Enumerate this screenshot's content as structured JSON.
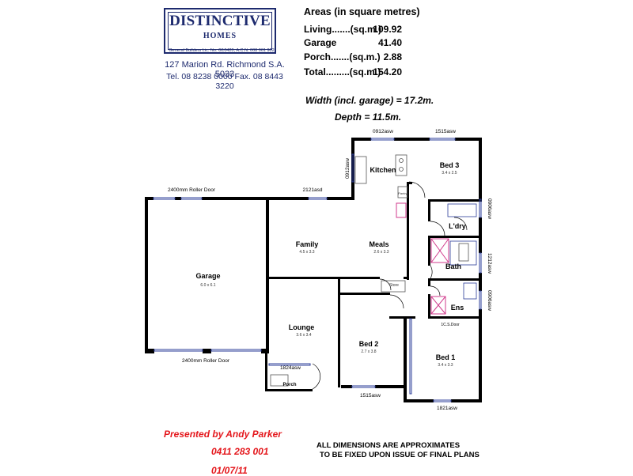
{
  "company": {
    "name": "DISTINCTIVE",
    "sub": "HOMES",
    "licence": "General Builders Lic. No. G10420, A.C.N. 008 061 902",
    "address": "127 Marion Rd. Richmond S.A. 5033",
    "phone": "Tel. 08 8238 0000  Fax. 08 8443 3220"
  },
  "areas": {
    "title": "Areas (in square metres)",
    "rows": [
      {
        "label": "Living.......(sq.m.)",
        "value": "109.92"
      },
      {
        "label": "Garage",
        "value": "41.40"
      },
      {
        "label": "Porch.......(sq.m.)",
        "value": "2.88"
      },
      {
        "label": "Total.........(sq.m.)",
        "value": "154.20"
      }
    ]
  },
  "dimensions": {
    "width": "Width (incl. garage) = 17.2m.",
    "depth": "Depth = 11.5m."
  },
  "rooms": {
    "garage": {
      "name": "Garage",
      "size": "6.0 x 6.1"
    },
    "family": {
      "name": "Family",
      "size": "4.5 x 3.3"
    },
    "meals": {
      "name": "Meals",
      "size": "2.6 x 3.3"
    },
    "kitchen": {
      "name": "Kitchen"
    },
    "bed3": {
      "name": "Bed 3",
      "size": "3.4 x 2.5"
    },
    "ldry": {
      "name": "L'dry"
    },
    "bath": {
      "name": "Bath"
    },
    "ens": {
      "name": "Ens"
    },
    "lounge": {
      "name": "Lounge",
      "size": "3.6 x 3.4"
    },
    "bed2": {
      "name": "Bed 2",
      "size": "2.7 x 3.8"
    },
    "bed1": {
      "name": "Bed 1",
      "size": "3.4 x 3.3"
    },
    "porch": {
      "name": "Porch"
    },
    "store": {
      "name": "Store"
    },
    "pantry": {
      "name": "Pantry"
    }
  },
  "plan_labels": {
    "roller_door_top": "2400mm Roller Door",
    "roller_door_bottom": "2400mm Roller Door",
    "window_2121asd": "2121asd",
    "window_0912_top": "0912asw",
    "window_1515_top": "1515asw",
    "window_0912_left": "0912asw",
    "window_0906_ldry": "0906asw",
    "window_1212_bath": "1212asw",
    "window_0906_ens": "0906asw",
    "window_1824": "1824asw",
    "window_1515_bottom": "1515asw",
    "window_1821": "1821asw",
    "sliding_door": "1C.S.Door"
  },
  "footer": {
    "presented": "Presented by Andy Parker",
    "mobile": "0411 283 001",
    "date": "01/07/11",
    "disclaimer_line1": "ALL DIMENSIONS ARE APPROXIMATES",
    "disclaimer_line2": "TO BE FIXED UPON ISSUE OF FINAL PLANS"
  },
  "colors": {
    "brand": "#1d2a6e",
    "presenter": "#e4161b",
    "wall": "#000000",
    "window": "#2b3d9a",
    "fixture": "#d13b8c"
  }
}
